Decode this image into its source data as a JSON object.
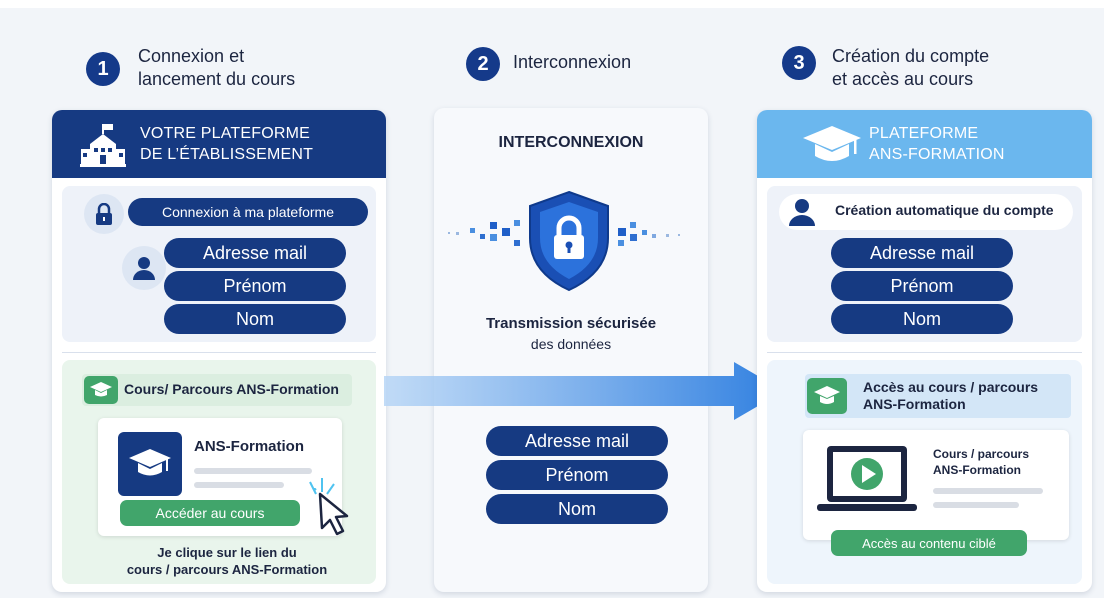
{
  "steps": [
    {
      "number": "1",
      "title_line1": "Connexion et",
      "title_line2": "lancement du cours"
    },
    {
      "number": "2",
      "title_line1": "Interconnexion",
      "title_line2": ""
    },
    {
      "number": "3",
      "title_line1": "Création du compte",
      "title_line2": "et accès au cours"
    }
  ],
  "left": {
    "header_line1": "VOTRE PLATEFORME",
    "header_line2": "DE L’ÉTABLISSEMENT",
    "login_label": "Connexion à ma plateforme",
    "fields": [
      "Adresse mail",
      "Prénom",
      "Nom"
    ],
    "course_label": "Cours/ Parcours ANS-Formation",
    "card_title": "ANS-Formation",
    "access_button": "Accéder au cours",
    "caption_line1": "Je clique sur le lien du",
    "caption_line2": "cours / parcours ANS-Formation"
  },
  "middle": {
    "header": "INTERCONNEXION",
    "transmission_line1": "Transmission sécurisée",
    "transmission_line2": "des données",
    "fields": [
      "Adresse mail",
      "Prénom",
      "Nom"
    ]
  },
  "right": {
    "header_line1": "PLATEFORME",
    "header_line2": "ANS-FORMATION",
    "account_label": "Création automatique du compte",
    "fields": [
      "Adresse mail",
      "Prénom",
      "Nom"
    ],
    "access_line1": "Accès au cours / parcours",
    "access_line2": "ANS-Formation",
    "card_line1": "Cours / parcours",
    "card_line2": "ANS-Formation",
    "content_button": "Accès au contenu ciblé"
  },
  "colors": {
    "navy": "#163a82",
    "light_blue": "#5fb0ea",
    "green": "#41a56b",
    "arrow_blue": "#2f7fe0"
  }
}
